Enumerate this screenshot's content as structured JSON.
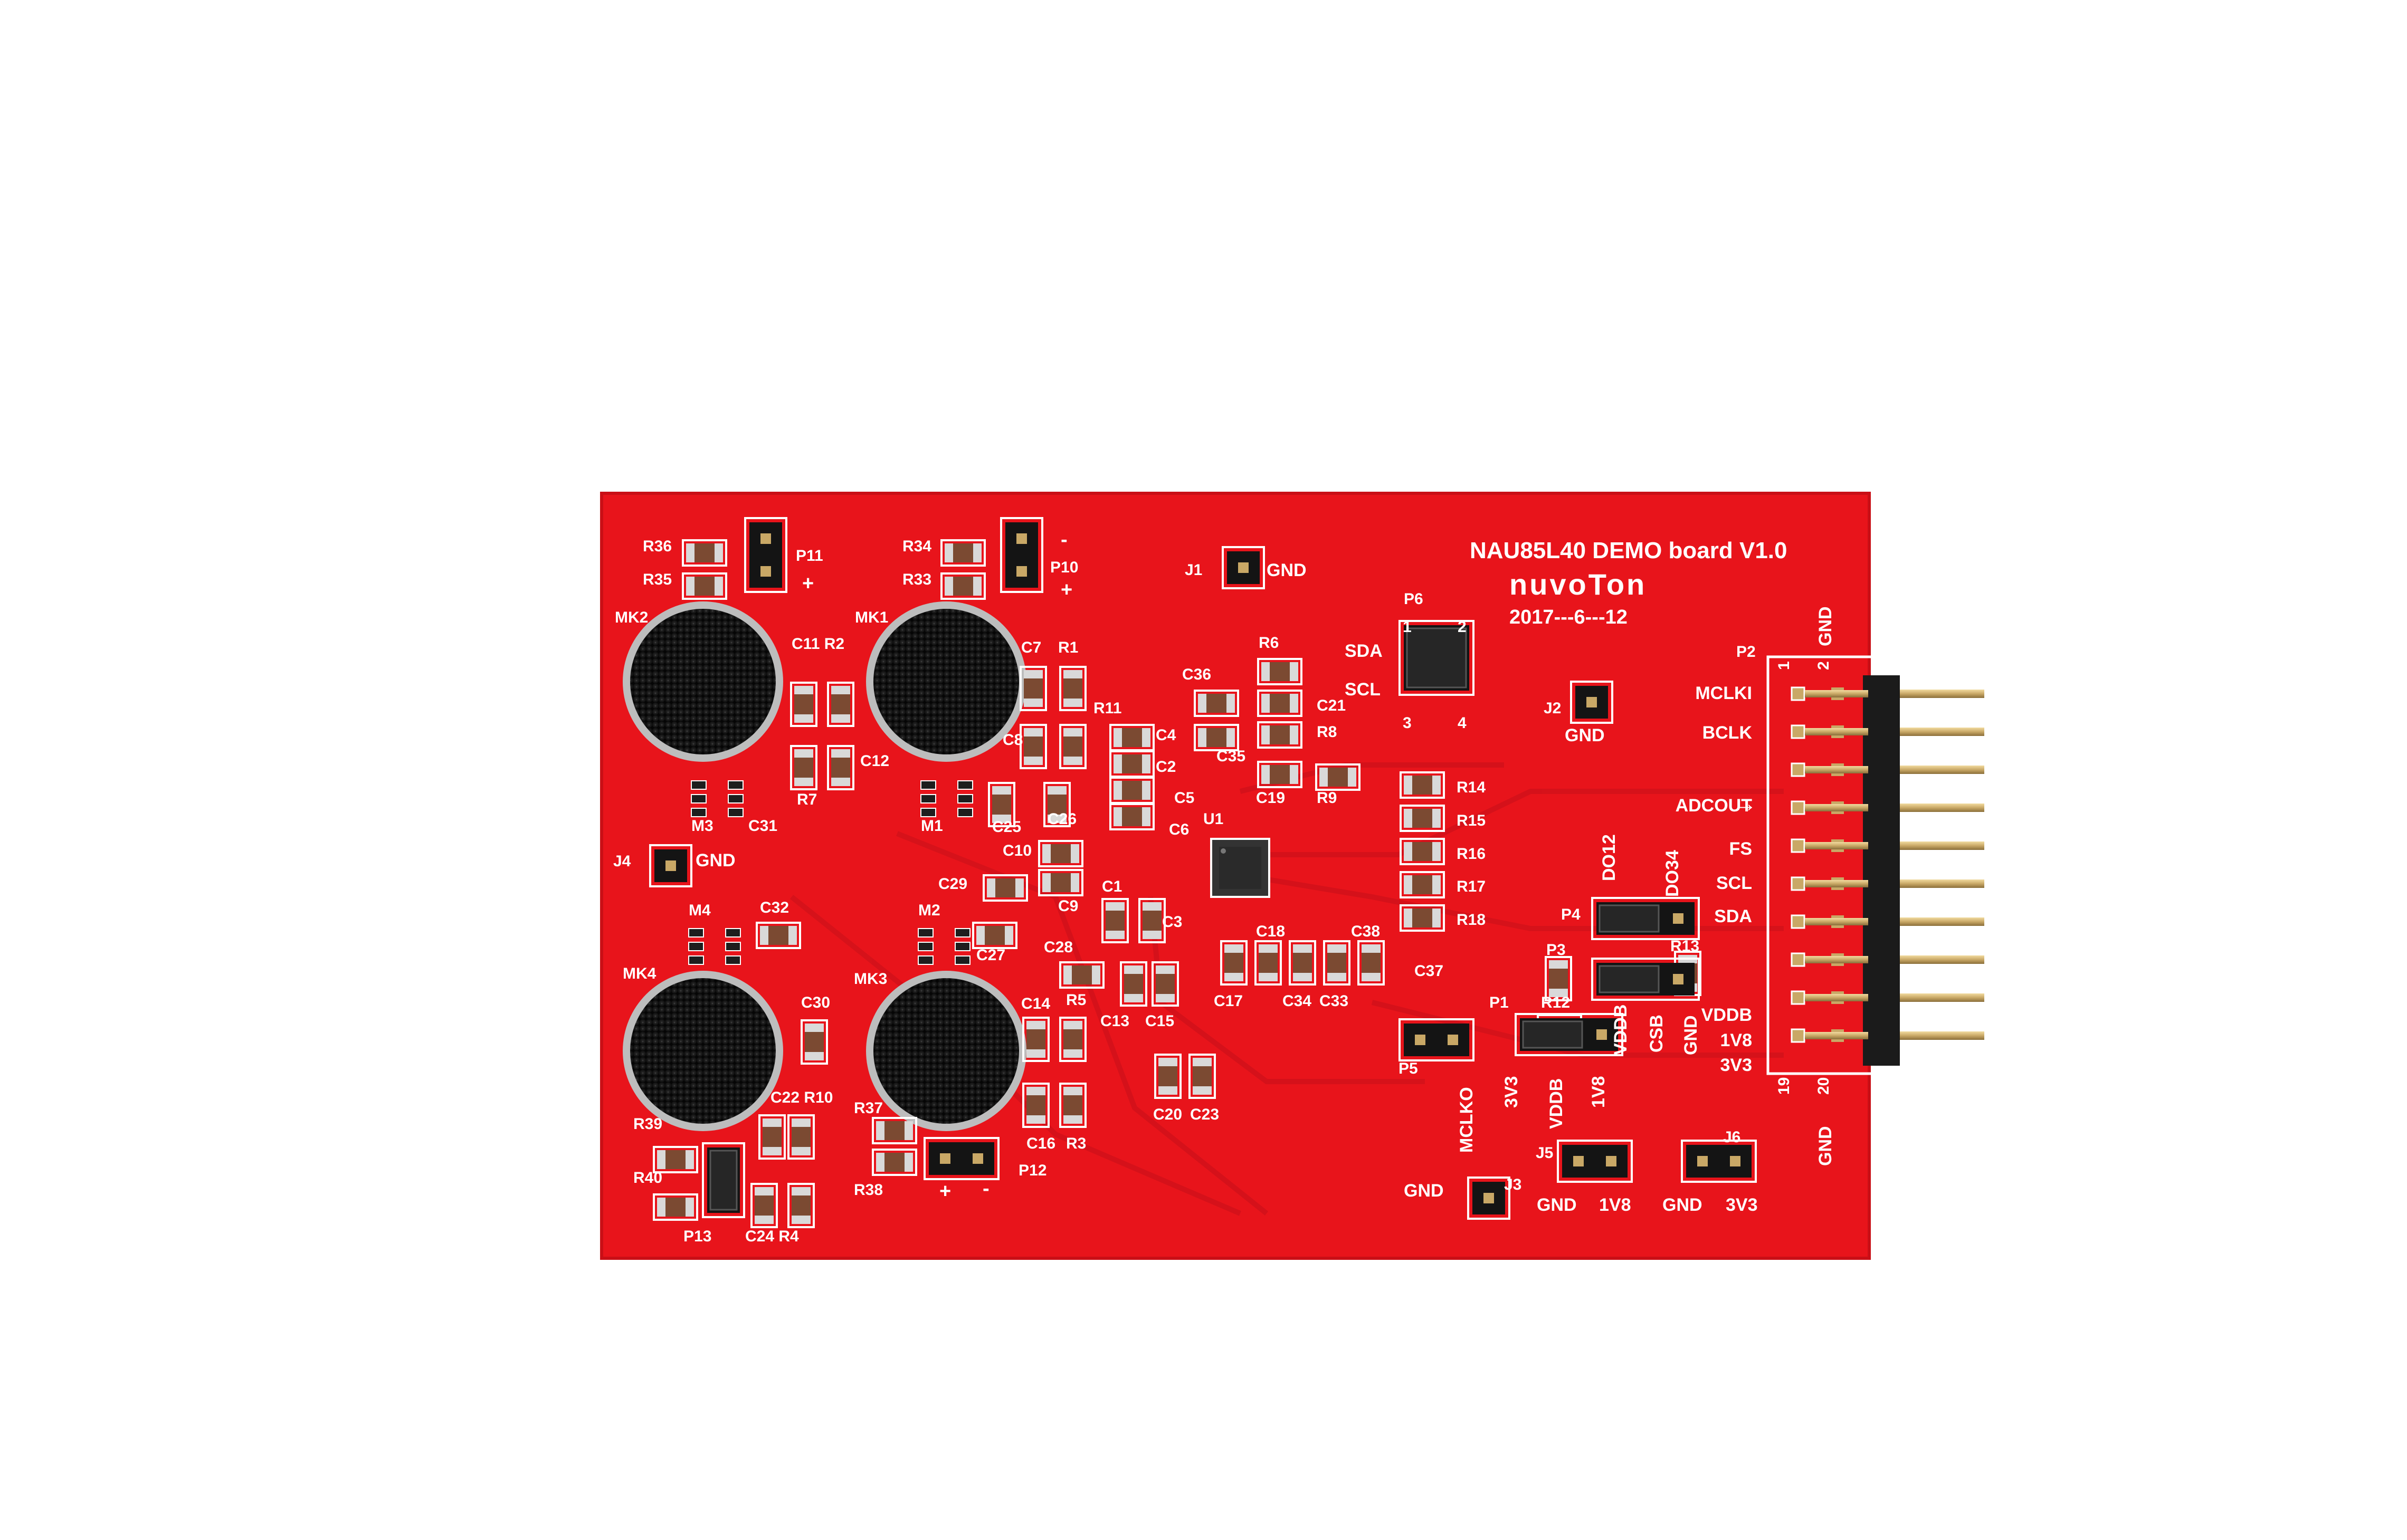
{
  "board": {
    "title": "NAU85L40 DEMO board V1.0",
    "brand": "nuvoTon",
    "date": "2017---6---12",
    "colors": {
      "pcb": "#e8141b",
      "pcb_dark": "#c90f16",
      "silk": "#ffffff",
      "mic": "#1a1a1a",
      "pin": "#d4b87a",
      "header": "#1b1b1b"
    }
  },
  "labels": {
    "R36": "R36",
    "R35": "R35",
    "P11": "P11",
    "R34": "R34",
    "R33": "R33",
    "P10": "P10",
    "J1": "J1",
    "GND": "GND",
    "MK2": "MK2",
    "MK1": "MK1",
    "C11R2": "C11 R2",
    "C12": "C12",
    "R7": "R7",
    "M3": "M3",
    "C31": "C31",
    "M1": "M1",
    "C25": "C25",
    "C26": "C26",
    "C7": "C7",
    "R1": "R1",
    "C8": "C8",
    "R11": "R11",
    "C36": "C36",
    "R6": "R6",
    "C4": "C4",
    "C21": "C21",
    "C35": "C35",
    "R8": "R8",
    "C2": "C2",
    "C19": "C19",
    "R9": "R9",
    "C5": "C5",
    "U1": "U1",
    "C6": "C6",
    "C10": "C10",
    "C9": "C9",
    "C29": "C29",
    "C1": "C1",
    "C3": "C3",
    "J4": "J4",
    "M4": "M4",
    "C32": "C32",
    "M2": "M2",
    "C27": "C27",
    "C28": "C28",
    "C18": "C18",
    "C38": "C38",
    "C17": "C17",
    "C34": "C34",
    "C33": "C33",
    "C37": "C37",
    "MK4": "MK4",
    "MK3": "MK3",
    "C30": "C30",
    "C14": "C14",
    "R5": "R5",
    "C13": "C13",
    "C15": "C15",
    "C22R10": "C22 R10",
    "R37": "R37",
    "C16": "C16",
    "R3": "R3",
    "C20": "C20",
    "C23": "C23",
    "R39": "R39",
    "R40": "R40",
    "R38": "R38",
    "P12": "P12",
    "P13": "P13",
    "C24R4": "C24 R4",
    "P6": "P6",
    "SDA": "SDA",
    "SCL": "SCL",
    "J2": "J2",
    "R14": "R14",
    "R15": "R15",
    "R16": "R16",
    "R17": "R17",
    "R18": "R18",
    "DO12": "DO12",
    "DO34": "DO34",
    "P4": "P4",
    "P3": "P3",
    "R13": "R13",
    "P1": "P1",
    "R12": "R12",
    "P5": "P5",
    "MCLKO": "MCLKO",
    "3V3": "3V3",
    "VDDB": "VDDB",
    "1V8": "1V8",
    "CSB": "CSB",
    "J5": "J5",
    "J6": "J6",
    "J3": "J3",
    "P2": "P2",
    "pin1": "1",
    "pin2": "2",
    "pin19": "19",
    "pin20": "20",
    "pin3": "3",
    "pin4": "4",
    "plus": "+",
    "minus": "-"
  },
  "p2_signals": [
    "MCLKI",
    "BCLK",
    "ADCOUT",
    "FS",
    "SCL",
    "SDA",
    "VDDB",
    "1V8",
    "3V3"
  ],
  "p2_arrow": "→"
}
